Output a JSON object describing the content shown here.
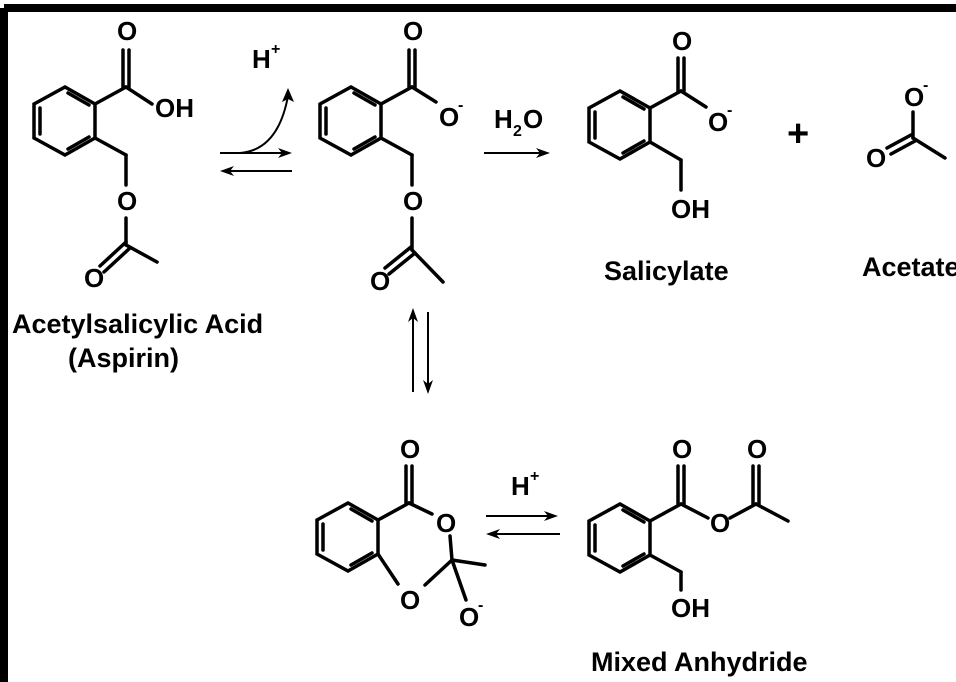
{
  "labels": {
    "aspirin_line1": "Acetylsalicylic Acid",
    "aspirin_line2": "(Aspirin)",
    "salicylate": "Salicylate",
    "acetate": "Acetate",
    "mixed_anhydride": "Mixed Anhydride"
  },
  "reagents": {
    "proton_top": "H",
    "proton_top_charge": "+",
    "water_h": "H",
    "water_sub": "2",
    "water_o": "O",
    "proton_bottom": "H",
    "proton_bottom_charge": "+",
    "plus_sign": "+"
  },
  "atoms": {
    "oxygen": "O",
    "hydroxyl": "OH",
    "minus": "-"
  }
}
